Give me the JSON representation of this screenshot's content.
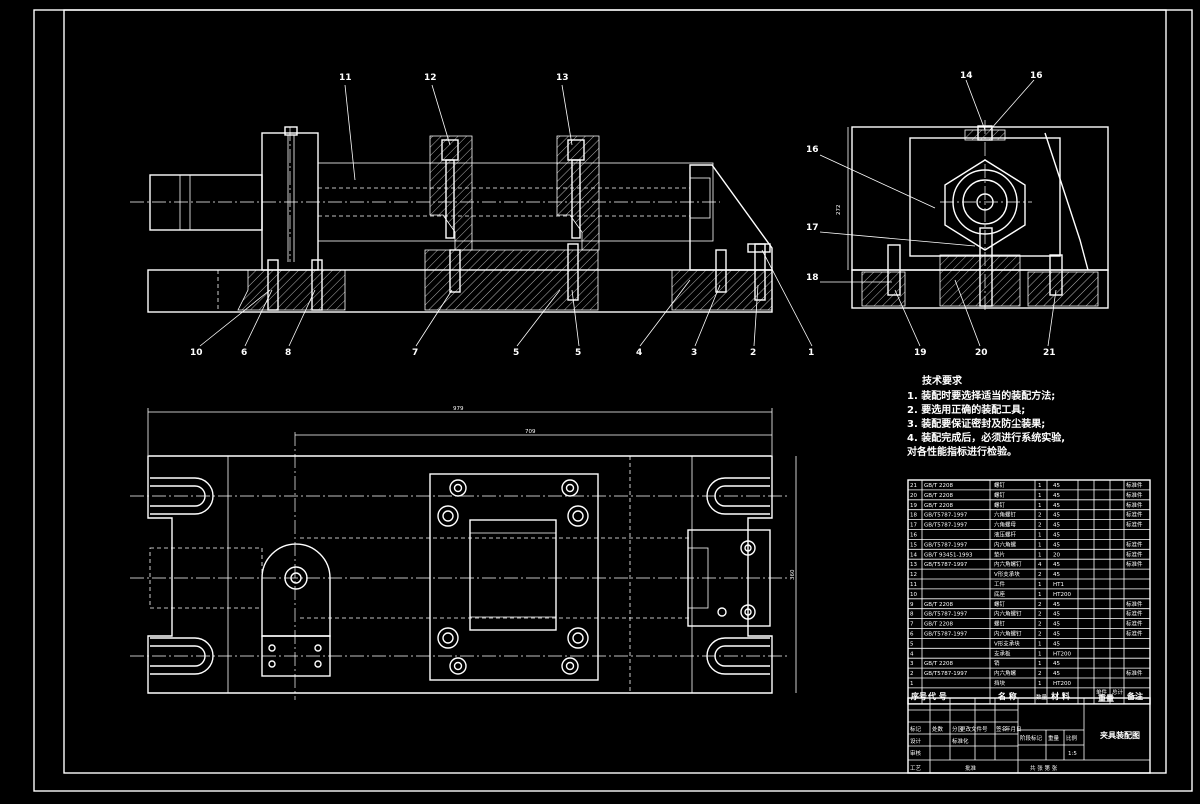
{
  "drawing": {
    "top_callouts": [
      "11",
      "12",
      "13",
      "14",
      "16"
    ],
    "side_callouts": [
      "16",
      "17",
      "18"
    ],
    "bottom_callouts": [
      "10",
      "6",
      "8",
      "7",
      "5",
      "5",
      "4",
      "3",
      "2",
      "1",
      "19",
      "20",
      "21"
    ],
    "dims": {
      "height_side": "272",
      "overall_length": "979",
      "inner_length": "709",
      "plan_height": "360"
    }
  },
  "notes": {
    "title": "技术要求",
    "lines": [
      "1. 装配时要选择适当的装配方法;",
      "2. 要选用正确的装配工具;",
      "3. 装配要保证密封及防尘装果;",
      "4. 装配完成后，必须进行系统实验,",
      "对各性能指标进行检验。"
    ]
  },
  "bom": {
    "rows": [
      {
        "no": "21",
        "code": "GB/T 2208",
        "name": "螺钉",
        "qty": "1",
        "mat": "45",
        "note": "标准件"
      },
      {
        "no": "20",
        "code": "GB/T 2208",
        "name": "螺钉",
        "qty": "1",
        "mat": "45",
        "note": "标准件"
      },
      {
        "no": "19",
        "code": "GB/T 2208",
        "name": "螺钉",
        "qty": "1",
        "mat": "45",
        "note": "标准件"
      },
      {
        "no": "18",
        "code": "GB/T5787-1997",
        "name": "六角螺钉",
        "qty": "2",
        "mat": "45",
        "note": "标准件"
      },
      {
        "no": "17",
        "code": "GB/T5787-1997",
        "name": "六角螺母",
        "qty": "2",
        "mat": "45",
        "note": "标准件"
      },
      {
        "no": "16",
        "code": "",
        "name": "液压螺杆",
        "qty": "1",
        "mat": "45",
        "note": ""
      },
      {
        "no": "15",
        "code": "GB/T5787-1997",
        "name": "内六角螺",
        "qty": "1",
        "mat": "45",
        "note": "标准件"
      },
      {
        "no": "14",
        "code": "GB/T 93451-1993",
        "name": "垫片",
        "qty": "1",
        "mat": "20",
        "note": "标准件"
      },
      {
        "no": "13",
        "code": "GB/T5787-1997",
        "name": "内六角螺钉",
        "qty": "4",
        "mat": "45",
        "note": "标准件"
      },
      {
        "no": "12",
        "code": "",
        "name": "V形支承块",
        "qty": "2",
        "mat": "45",
        "note": ""
      },
      {
        "no": "11",
        "code": "",
        "name": "工件",
        "qty": "1",
        "mat": "HT1",
        "note": ""
      },
      {
        "no": "10",
        "code": "",
        "name": "底座",
        "qty": "1",
        "mat": "HT200",
        "note": ""
      },
      {
        "no": "9",
        "code": "GB/T 2208",
        "name": "螺钉",
        "qty": "2",
        "mat": "45",
        "note": "标准件"
      },
      {
        "no": "8",
        "code": "GB/T5787-1997",
        "name": "内六角螺钉",
        "qty": "2",
        "mat": "45",
        "note": "标准件"
      },
      {
        "no": "7",
        "code": "GB/T 2208",
        "name": "螺钉",
        "qty": "2",
        "mat": "45",
        "note": "标准件"
      },
      {
        "no": "6",
        "code": "GB/T5787-1997",
        "name": "内六角螺钉",
        "qty": "2",
        "mat": "45",
        "note": "标准件"
      },
      {
        "no": "5",
        "code": "",
        "name": "V形支承块",
        "qty": "1",
        "mat": "45",
        "note": ""
      },
      {
        "no": "4",
        "code": "",
        "name": "支承板",
        "qty": "1",
        "mat": "HT200",
        "note": ""
      },
      {
        "no": "3",
        "code": "GB/T 2208",
        "name": "销",
        "qty": "1",
        "mat": "45",
        "note": ""
      },
      {
        "no": "2",
        "code": "GB/T5787-1997",
        "name": "内六角螺",
        "qty": "2",
        "mat": "45",
        "note": "标准件"
      },
      {
        "no": "1",
        "code": "",
        "name": "挡块",
        "qty": "1",
        "mat": "HT200",
        "note": ""
      }
    ],
    "header": {
      "no": "序号",
      "code": "代  号",
      "name": "名    称",
      "qty": "数量",
      "mat": "材  料",
      "w1": "单件",
      "w2": "总计",
      "weight": "重量",
      "note": "备注"
    }
  },
  "titleblock": {
    "title": "夹具装配图",
    "labels": [
      "标记",
      "处数",
      "分区",
      "更改文件号",
      "签名",
      "年月日",
      "设计",
      "标准化",
      "阶段标记",
      "重量",
      "比例",
      "审核",
      "工艺",
      "批准"
    ],
    "scale": "1:5",
    "sheet": "共  张  第  张"
  }
}
